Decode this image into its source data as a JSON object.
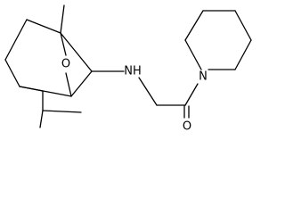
{
  "molecule": {
    "atom_labels": {
      "ring_oxygen": "O",
      "amine_nitrogen": "NH",
      "piperidine_nitrogen": "N",
      "carbonyl_oxygen": "O"
    },
    "bond_color": "#000000",
    "background": "#ffffff"
  }
}
